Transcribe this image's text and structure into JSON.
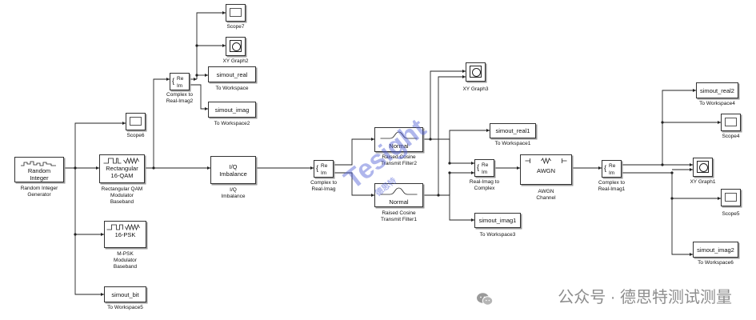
{
  "blocks": {
    "random_integer": {
      "text": "Random\nInteger",
      "label": "Random Integer\nGenerator"
    },
    "qam": {
      "text": "Rectangular\n16-QAM",
      "label": "Rectangular QAM\nModulator\nBaseband"
    },
    "psk": {
      "text": "16-PSK",
      "label": "M-PSK\nModulator\nBaseband"
    },
    "simout_bit": {
      "text": "simout_bit",
      "label": "To Workspace5"
    },
    "scope6": {
      "label": "Scope6"
    },
    "c2ri2": {
      "re": "Re",
      "im": "Im",
      "label": "Complex to\nReal-Imag2"
    },
    "scope7": {
      "label": "Scope7"
    },
    "xy2": {
      "label": "XY Graph2"
    },
    "simout_real": {
      "text": "simout_real",
      "label": "To Workspace"
    },
    "simout_imag": {
      "text": "simout_imag",
      "label": "To Workspace2"
    },
    "iq": {
      "text": "I/Q\nImbalance",
      "label": "I/Q\nImbalance"
    },
    "c2ri": {
      "re": "Re",
      "im": "Im",
      "label": "Complex to\nReal-Imag"
    },
    "rc2": {
      "text": "Normal",
      "label": "Raised Cosine\nTransmit Filter2"
    },
    "rc1": {
      "text": "Normal",
      "label": "Raised Cosine\nTransmit Filter1"
    },
    "xy3": {
      "label": "XY Graph3"
    },
    "simout_real1": {
      "text": "simout_real1",
      "label": "To Workspace1"
    },
    "simout_imag1": {
      "text": "simout_imag1",
      "label": "To Workspace3"
    },
    "ri2c": {
      "re": "Re",
      "im": "Im",
      "label": "Real-Imag to\nComplex"
    },
    "awgn": {
      "text": "AWGN",
      "label": "AWGN\nChannel"
    },
    "c2ri1": {
      "re": "Re",
      "im": "Im",
      "label": "Complex to\nReal-Imag1"
    },
    "simout_real2": {
      "text": "simout_real2",
      "label": "To Workspace4"
    },
    "scope4": {
      "label": "Scope4"
    },
    "xy1": {
      "label": "XY Graph1"
    },
    "scope5": {
      "label": "Scope5"
    },
    "simout_imag2": {
      "text": "simout_imag2",
      "label": "To Workspace6"
    }
  },
  "watermark": {
    "text": "Tesight",
    "sub": "德思特"
  },
  "footer": {
    "text": "公众号 · 德思特测试测量"
  },
  "colors": {
    "line": "#222222",
    "watermark": "#4f5ed6",
    "footer": "#8d8d8d"
  }
}
